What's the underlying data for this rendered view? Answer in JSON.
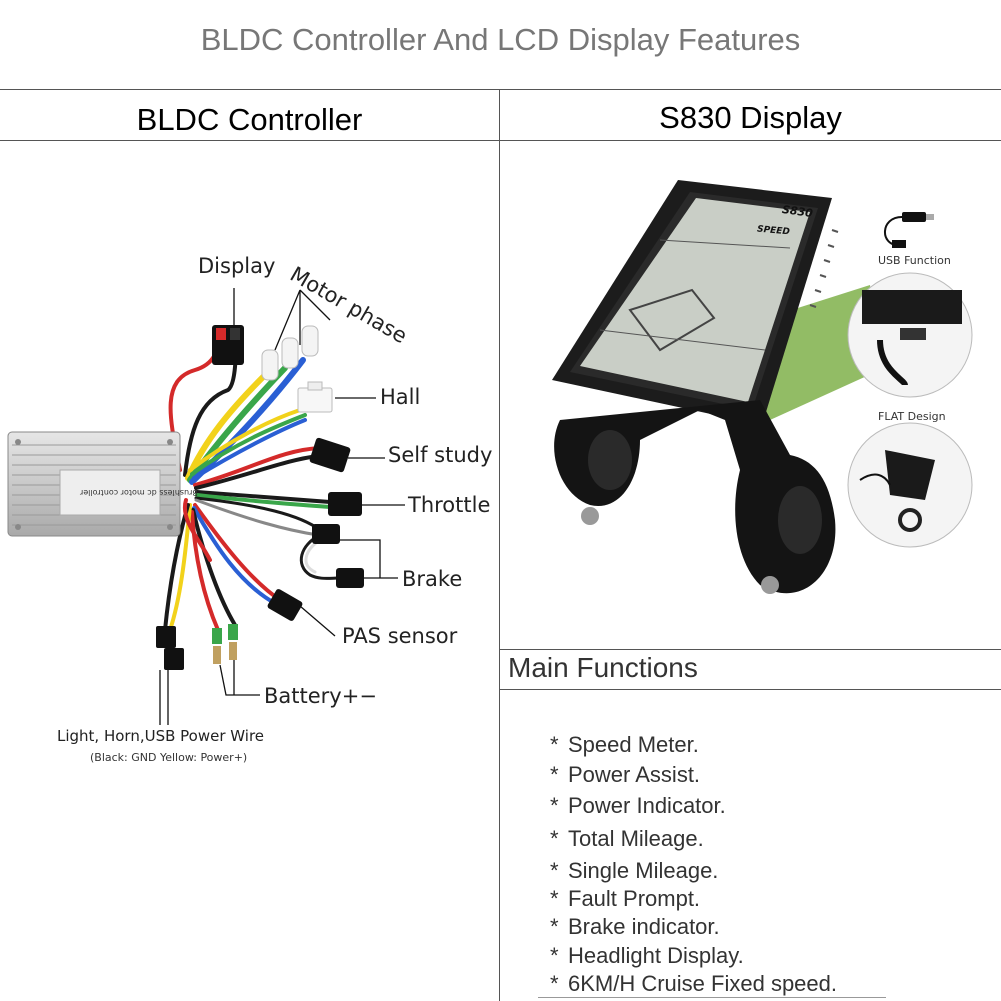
{
  "title": "BLDC Controller And LCD Display Features",
  "columns": {
    "left": "BLDC Controller",
    "right": "S830 Display"
  },
  "controller": {
    "labels": {
      "display": "Display",
      "motor_phase": "Motor phase",
      "hall": "Hall",
      "self_study": "Self study",
      "throttle": "Throttle",
      "brake": "Brake",
      "pas_sensor": "PAS sensor",
      "battery": "Battery+−",
      "light_horn": "Light, Horn,USB Power Wire",
      "light_horn_note": "(Black: GND Yellow: Power+)"
    },
    "box_text": "Brushless dc motor controller"
  },
  "display": {
    "brand": "S830",
    "speed": "SPEED",
    "callouts": {
      "usb": "USB Function",
      "flat": "FLAT Design"
    }
  },
  "main_functions": {
    "heading": "Main Functions",
    "items": [
      "Speed Meter.",
      "Power Assist.",
      "Power Indicator.",
      "Total Mileage.",
      "Single Mileage.",
      "Fault Prompt.",
      "Brake indicator.",
      "Headlight Display.",
      "6KM/H Cruise Fixed speed."
    ],
    "bullet": "*"
  },
  "colors": {
    "title_gray": "#777777",
    "green_highlight": "#7fb04a",
    "wire_red": "#d42a2a",
    "wire_yellow": "#f2d21b",
    "wire_green": "#3aa64a",
    "wire_blue": "#2a5fd4",
    "wire_black": "#1a1a1a"
  }
}
